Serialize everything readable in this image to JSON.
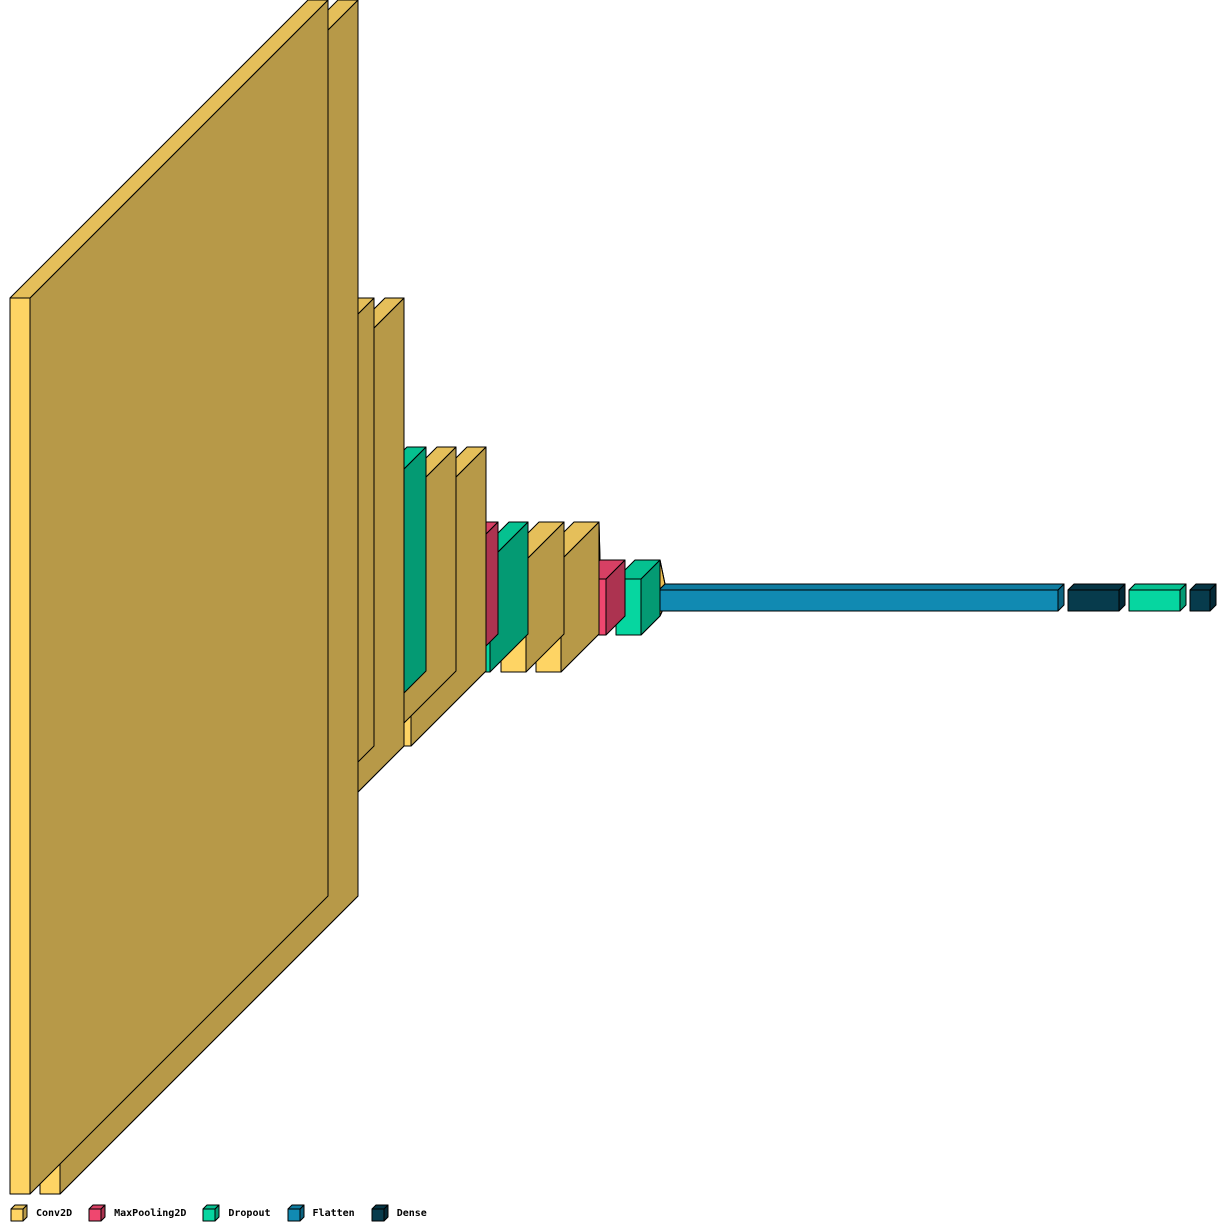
{
  "diagram": {
    "colors": {
      "Conv2D": "#fed464",
      "MaxPooling2D": "#ef476f",
      "Dropout": "#06d6a0",
      "Flatten": "#118ab2",
      "Dense": "#073b4c",
      "funnel": "#ebbe52",
      "outline": "#000000"
    },
    "layers": [
      {
        "type": "Conv2D",
        "size": "large"
      },
      {
        "type": "Conv2D",
        "size": "large"
      },
      {
        "type": "MaxPooling2D",
        "size": "medium"
      },
      {
        "type": "Dropout",
        "size": "medium"
      },
      {
        "type": "Conv2D",
        "size": "medium"
      },
      {
        "type": "Conv2D",
        "size": "medium"
      },
      {
        "type": "MaxPooling2D",
        "size": "small"
      },
      {
        "type": "Dropout",
        "size": "small"
      },
      {
        "type": "Conv2D",
        "size": "small"
      },
      {
        "type": "Conv2D",
        "size": "small"
      },
      {
        "type": "MaxPooling2D",
        "size": "smaller"
      },
      {
        "type": "Dropout",
        "size": "smaller"
      },
      {
        "type": "Conv2D",
        "size": "smaller"
      },
      {
        "type": "Conv2D",
        "size": "smaller"
      },
      {
        "type": "MaxPooling2D",
        "size": "tiny"
      },
      {
        "type": "Dropout",
        "size": "tiny"
      },
      {
        "type": "Flatten",
        "size": "long"
      },
      {
        "type": "Dense",
        "size": "short"
      },
      {
        "type": "Dropout",
        "size": "short"
      },
      {
        "type": "Dense",
        "size": "output"
      }
    ]
  },
  "legend": [
    {
      "label": "Conv2D",
      "color": "#fed464"
    },
    {
      "label": "MaxPooling2D",
      "color": "#ef476f"
    },
    {
      "label": "Dropout",
      "color": "#06d6a0"
    },
    {
      "label": "Flatten",
      "color": "#118ab2"
    },
    {
      "label": "Dense",
      "color": "#073b4c"
    }
  ]
}
